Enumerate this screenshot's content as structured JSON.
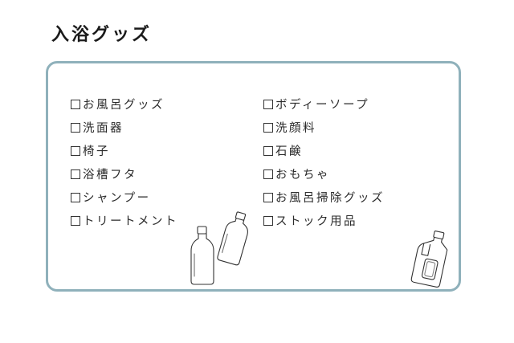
{
  "title": "入浴グッズ",
  "colors": {
    "card_border": "#8fb1bb",
    "text": "#2a2a2a"
  },
  "checklist": {
    "left": [
      {
        "label": "お風呂グッズ",
        "checked": false
      },
      {
        "label": "洗面器",
        "checked": false
      },
      {
        "label": "椅子",
        "checked": false
      },
      {
        "label": "浴槽フタ",
        "checked": false
      },
      {
        "label": "シャンプー",
        "checked": false
      },
      {
        "label": "トリートメント",
        "checked": false
      }
    ],
    "right": [
      {
        "label": "ボディーソープ",
        "checked": false
      },
      {
        "label": "洗顔料",
        "checked": false
      },
      {
        "label": "石鹸",
        "checked": false
      },
      {
        "label": "おもちゃ",
        "checked": false
      },
      {
        "label": "お風呂掃除グッズ",
        "checked": false
      },
      {
        "label": "ストック用品",
        "checked": false
      }
    ]
  },
  "icons": {
    "checkbox": "checkbox-empty-icon",
    "bottle_small": "shampoo-bottle-icon",
    "bottle_tilted": "bottle-icon",
    "detergent": "detergent-bottle-icon"
  }
}
